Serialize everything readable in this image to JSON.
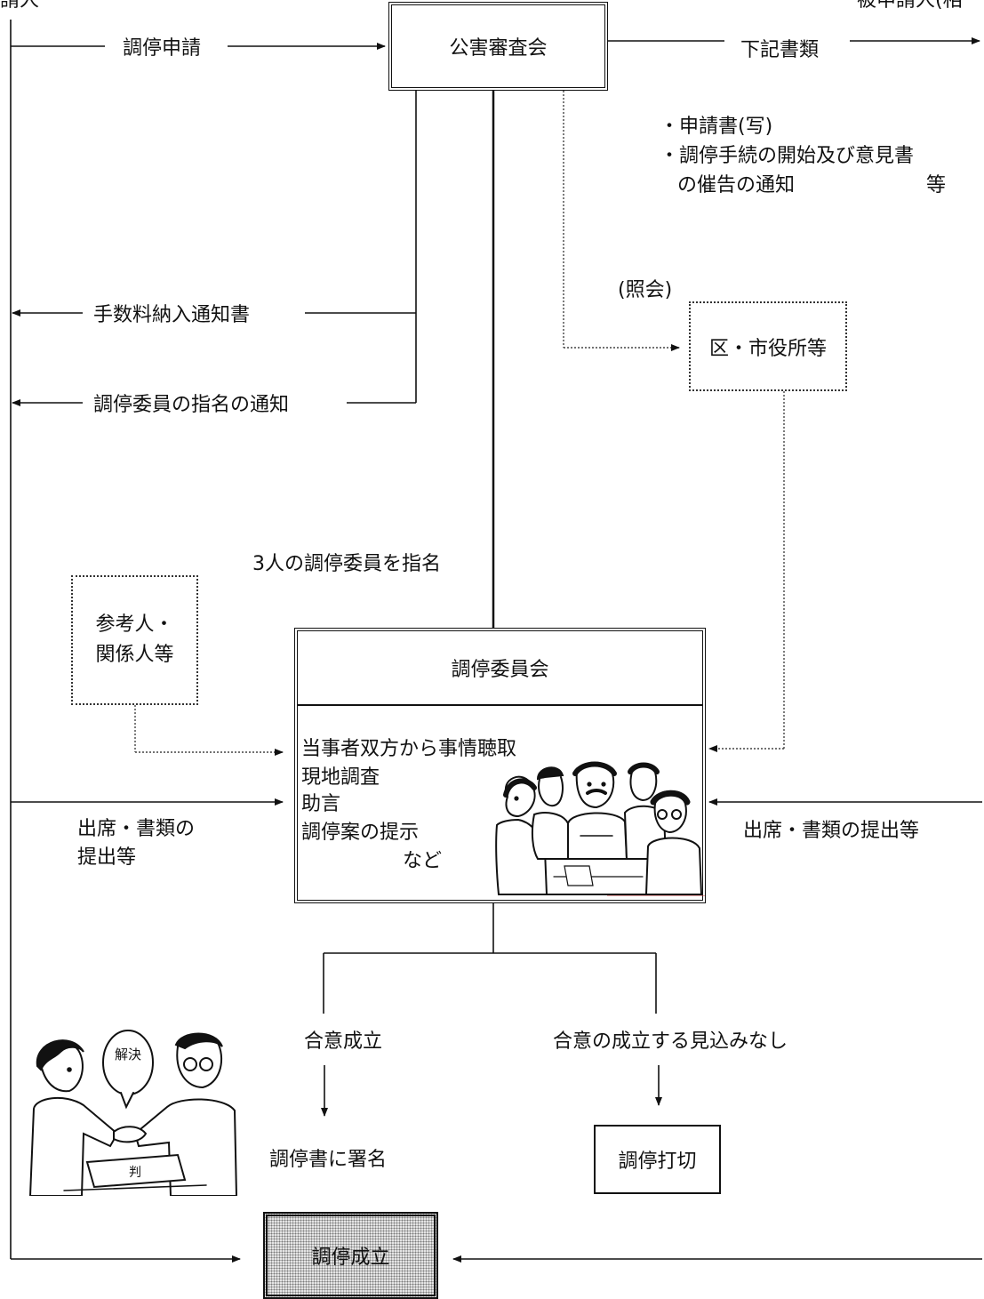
{
  "edge_labels": {
    "top_left": "請人",
    "top_right": "被申請人(相"
  },
  "nodes": {
    "council": "公害審査会",
    "city_office": "区・市役所等",
    "references": "参考人・\n関係人等",
    "committee": "調停委員会",
    "terminated": "調停打切",
    "success": "調停成立"
  },
  "labels": {
    "request": "調停申請",
    "documents_below": "下記書類",
    "doc_item_1": "・申請書(写)",
    "doc_item_2": "・調停手続の開始及び意見書",
    "doc_item_3": "の催告の通知",
    "doc_item_3_suffix": "等",
    "inquiry": "(照会)",
    "fee_notice": "手数料納入通知書",
    "appointment_notice": "調停委員の指名の通知",
    "appoint_three": "3人の調停委員を指名",
    "attendance_left_1": "出席・書類の",
    "attendance_left_2": "提出等",
    "attendance_right": "出席・書類の提出等",
    "agreement": "合意成立",
    "no_agreement": "合意の成立する見込みなし",
    "sign": "調停書に署名"
  },
  "committee_activities": [
    "当事者双方から事情聴取",
    "現地調査",
    "助言",
    "調停案の提示",
    "など"
  ],
  "handshake_text": {
    "bubble": "解決",
    "paper": "判"
  }
}
